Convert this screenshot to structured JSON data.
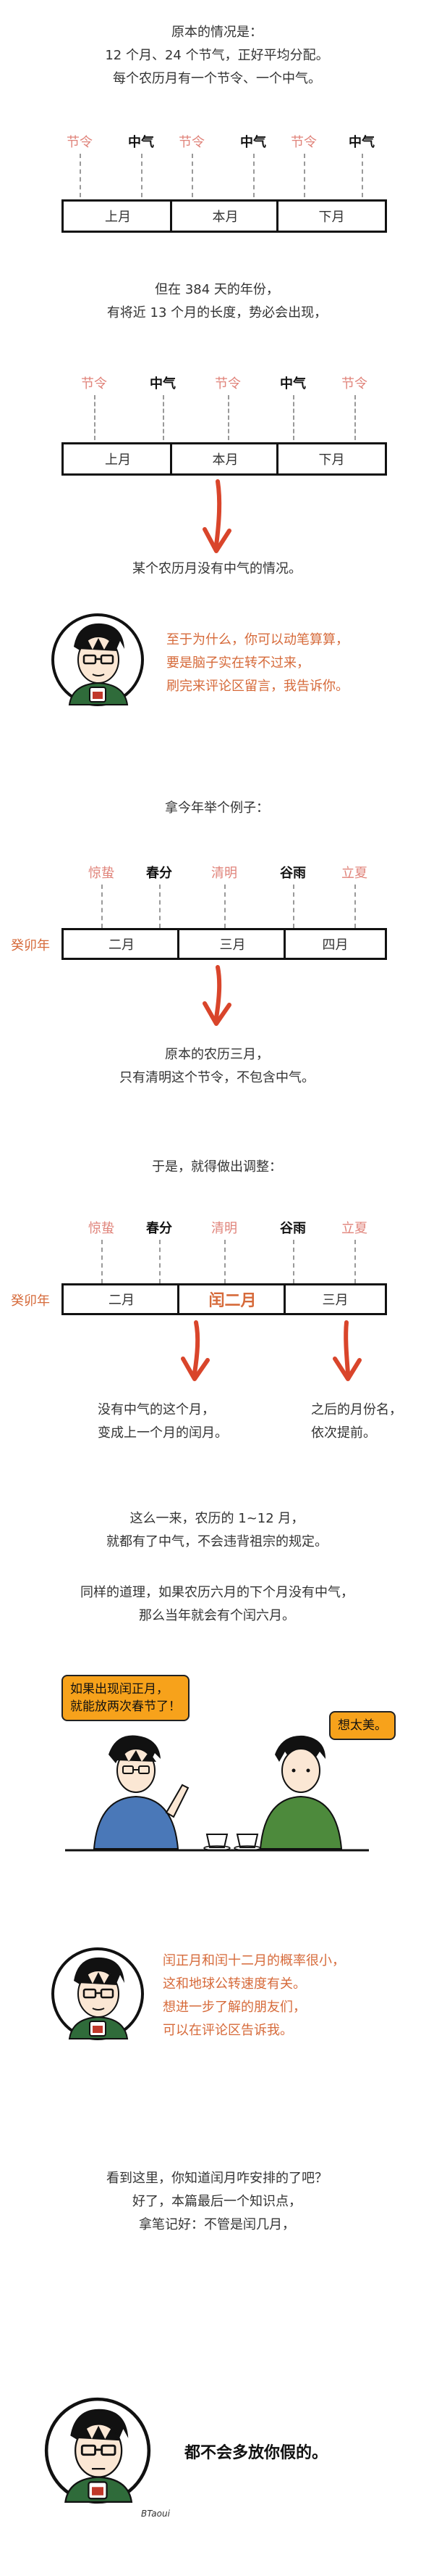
{
  "intro": {
    "line1": "原本的情况是：",
    "line2": "12 个月、24 个节气，正好平均分配。",
    "line3": "每个农历月有一个节令、一个中气。"
  },
  "diagram1": {
    "labels": [
      "节令",
      "中气",
      "节令",
      "中气",
      "节令",
      "中气"
    ],
    "months": [
      "上月",
      "本月",
      "下月"
    ]
  },
  "mid1": {
    "line1": "但在 384 天的年份，",
    "line2": "有将近 13 个月的长度，势必会出现，"
  },
  "diagram2": {
    "labels": [
      "节令",
      "中气",
      "节令",
      "中气",
      "节令"
    ],
    "months": [
      "上月",
      "本月",
      "下月"
    ]
  },
  "result1": "某个农历月没有中气的情况。",
  "note1": {
    "line1": "至于为什么，你可以动笔算算，",
    "line2": "要是脑子实在转不过来，",
    "line3": "刷完来评论区留言，我告诉你。"
  },
  "example_title": "拿今年举个例子：",
  "diagram3": {
    "year": "癸卯年",
    "labels": [
      "惊蛰",
      "春分",
      "清明",
      "谷雨",
      "立夏"
    ],
    "months": [
      "二月",
      "三月",
      "四月"
    ]
  },
  "result2": {
    "line1": "原本的农历三月，",
    "line2": "只有清明这个节令，不包含中气。"
  },
  "adjust_title": "于是，就得做出调整：",
  "diagram4": {
    "year": "癸卯年",
    "labels": [
      "惊蛰",
      "春分",
      "清明",
      "谷雨",
      "立夏"
    ],
    "months": [
      "二月",
      "闰二月",
      "三月"
    ]
  },
  "result3": {
    "left1": "没有中气的这个月，",
    "left2": "变成上一个月的闰月。",
    "right1": "之后的月份名，",
    "right2": "依次提前。"
  },
  "para1": {
    "line1": "这么一来，农历的 1~12 月，",
    "line2": "就都有了中气，不会违背祖宗的规定。"
  },
  "para2": {
    "line1": "同样的道理，如果农历六月的下个月没有中气，",
    "line2": "那么当年就会有个闰六月。"
  },
  "comic": {
    "bubble_left1": "如果出现闰正月，",
    "bubble_left2": "就能放两次春节了！",
    "bubble_right": "想太美。"
  },
  "note2": {
    "line1": "闰正月和闰十二月的概率很小，",
    "line2": "这和地球公转速度有关。",
    "line3": "想进一步了解的朋友们，",
    "line4": "可以在评论区告诉我。"
  },
  "final": {
    "line1": "看到这里，你知道闰月咋安排的了吧？",
    "line2": "好了，本篇最后一个知识点，",
    "line3": "拿笔记好：不管是闰几月，"
  },
  "ending": "都不会多放你假的。",
  "signature": "BTaoui",
  "colors": {
    "accent": "#d66a3a",
    "pink": "#e0837a",
    "bubble": "#f7a21b"
  }
}
